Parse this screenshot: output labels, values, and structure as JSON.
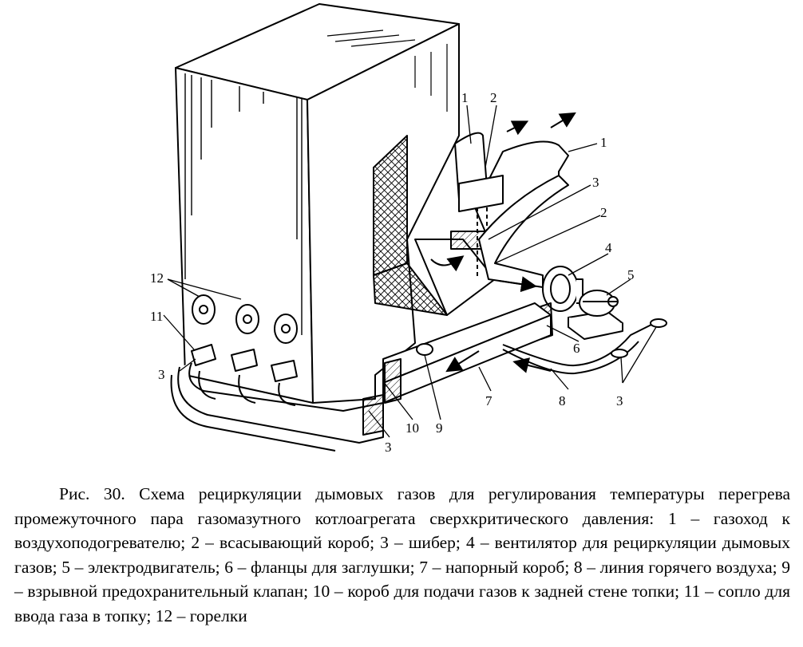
{
  "figure": {
    "labels": {
      "l1a": "1",
      "l2a": "2",
      "l1b": "1",
      "l3a": "3",
      "l2b": "2",
      "l4": "4",
      "l5": "5",
      "l6": "6",
      "l7": "7",
      "l8": "8",
      "l3b": "3",
      "l9": "9",
      "l10": "10",
      "l3c": "3",
      "l3d": "3",
      "l11": "11",
      "l12": "12"
    }
  },
  "caption": "Рис. 30. Схема рециркуляции дымовых газов для регулирования температуры перегрева промежуточного пара газомазутного котлоагрегата сверхкритического давления: 1 – газоход к воздухоподогревателю; 2 – всасывающий короб; 3 – шибер; 4 – вентилятор для рециркуляции дымовых газов; 5 – электродвигатель; 6 – фланцы для заглушки; 7 – напорный короб; 8 – линия горячего воздуха; 9 – взрывной предохранительный клапан; 10 – короб для подачи газов к задней стене топки; 11 – сопло для ввода газа в топку; 12 – горелки"
}
